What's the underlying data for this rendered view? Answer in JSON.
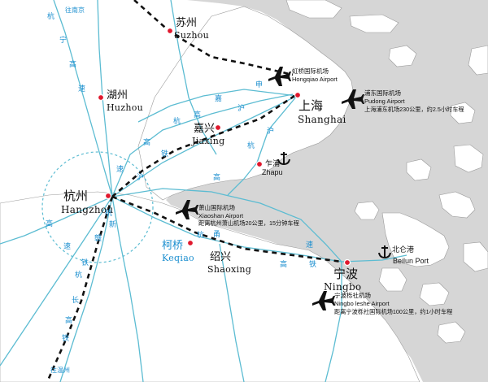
{
  "colors": {
    "sea": "#d4d4d4",
    "land": "#ffffff",
    "rail": "#5cbcd2",
    "city_dot": "#e0182d",
    "route": "#111111",
    "label_teal": "#1a8ecf"
  },
  "cities": {
    "suzhou": {
      "cn": "苏州",
      "en": "Suzhou"
    },
    "shanghai": {
      "cn": "上海",
      "en": "Shanghai"
    },
    "huzhou": {
      "cn": "湖州",
      "en": "Huzhou"
    },
    "jiaxing": {
      "cn": "嘉兴",
      "en": "Jiaxing"
    },
    "zhapu": {
      "cn": "乍浦",
      "en": "Zhapu"
    },
    "hangzhou": {
      "cn": "杭州",
      "en": "Hangzhou"
    },
    "keqiao": {
      "cn": "柯桥",
      "en": "Keqiao"
    },
    "shaoxing": {
      "cn": "绍兴",
      "en": "Shaoxing"
    },
    "ningbo": {
      "cn": "宁波",
      "en": "Ningbo"
    }
  },
  "ports": {
    "beilun": {
      "cn": "北仑港",
      "en": "Beilun Port"
    }
  },
  "airports": {
    "hongqiao": {
      "cn": "虹桥国际机场",
      "en": "Hongqiao Airport",
      "icon": "airplane-icon"
    },
    "pudong": {
      "cn": "浦东国际机场",
      "en": "Pudong Airport",
      "note": "上海浦东机场230公里，约2.5小时车程",
      "icon": "airplane-icon"
    },
    "xiaoshan": {
      "cn": "萧山国际机场",
      "en": "Xiaoshan Airport",
      "note": "距离杭州萧山机场20公里，15分钟车程",
      "icon": "airplane-icon"
    },
    "lishe": {
      "cn": "宁波栎社机场",
      "en": "Ningbo leshe Airport",
      "note": "距离宁波栎社国际机场100公里，约1小时车程",
      "icon": "airplane-icon"
    }
  },
  "rail_chars": {
    "hn1": "杭",
    "hn2": "宁",
    "hn3": "高",
    "hn4": "速",
    "top1": "往南京",
    "hn5": "速",
    "hs1": "沪",
    "hs2": "杭",
    "hs3": "高",
    "hu1": "高",
    "hu2": "铁",
    "hz1": "嘉",
    "hz2": "申",
    "sh1": "沪",
    "sh2": "沪",
    "sh3": "杭",
    "hy1": "杭",
    "hy2": "甬",
    "hy3": "高",
    "hy4": "铁",
    "hyb1": "高",
    "hyb2": "速",
    "ws1": "杭",
    "ws2": "新",
    "ws3": "赣",
    "ws4": "铁",
    "sw1": "高",
    "sw2": "速",
    "sw3": "杭",
    "sw4": "长",
    "sw5": "高",
    "sw6": "铁",
    "bottom1": "往温州"
  },
  "icons": {
    "anchor": "anchor-icon",
    "city_dot": "city-dot-icon"
  }
}
